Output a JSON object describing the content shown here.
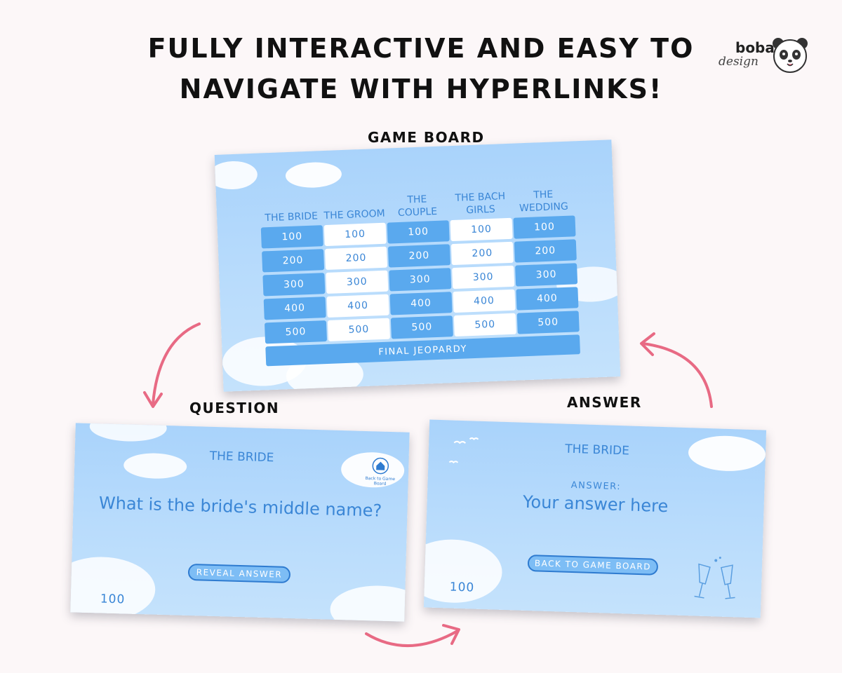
{
  "headline": {
    "line1": "Fully interactive and easy to",
    "line2": "navigate with hyperlinks!"
  },
  "logo": {
    "word1": "boba",
    "word2": "design"
  },
  "labels": {
    "game_board": "Game Board",
    "question": "Question",
    "answer": "Answer"
  },
  "board": {
    "columns": [
      {
        "title": "The Bride",
        "values": [
          "100",
          "200",
          "300",
          "400",
          "500"
        ],
        "style": "blue"
      },
      {
        "title": "The Groom",
        "values": [
          "100",
          "200",
          "300",
          "400",
          "500"
        ],
        "style": "white"
      },
      {
        "title": "The Couple",
        "values": [
          "100",
          "200",
          "300",
          "400",
          "500"
        ],
        "style": "blue"
      },
      {
        "title": "The Bach Girls",
        "values": [
          "100",
          "200",
          "300",
          "400",
          "500"
        ],
        "style": "white"
      },
      {
        "title": "The Wedding",
        "values": [
          "100",
          "200",
          "300",
          "400",
          "500"
        ],
        "style": "blue"
      }
    ],
    "final": "FINAL JEOPARDY"
  },
  "question_card": {
    "category": "THE BRIDE",
    "question": "What is the bride's middle name?",
    "button": "REVEAL ANSWER",
    "points": "100",
    "home_label": "Back to Game Board"
  },
  "answer_card": {
    "category": "THE BRIDE",
    "answer_label": "ANSWER:",
    "answer": "Your answer here",
    "button": "BACK TO GAME BOARD",
    "points": "100"
  },
  "colors": {
    "accent_blue": "#3a86d6",
    "tile_blue": "#5aa9ee",
    "arrow_pink": "#e86a84",
    "background": "#fcf7f8"
  }
}
